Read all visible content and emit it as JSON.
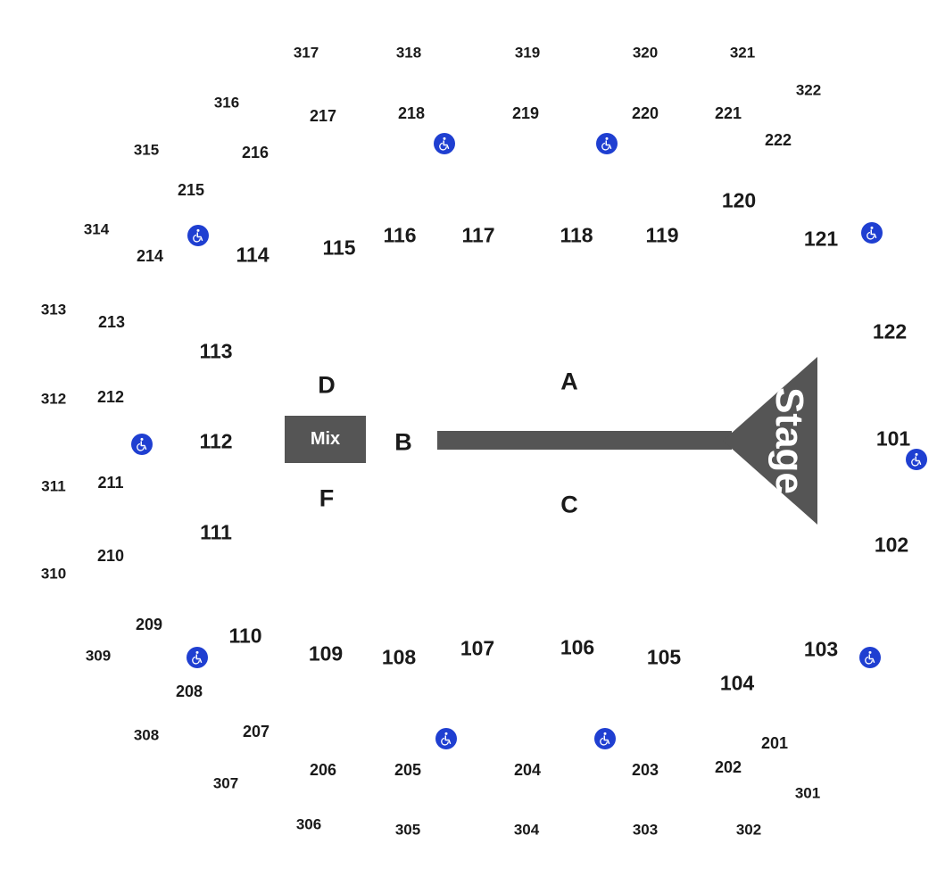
{
  "colors": {
    "stage_fill": "#555555",
    "mix_fill": "#555555",
    "accessible_icon": "#1f3fd1",
    "label": "#1a1a1a"
  },
  "stage": {
    "label": "Stage"
  },
  "mix": {
    "label": "Mix"
  },
  "floor_sections": {
    "a": "A",
    "b": "B",
    "c": "C",
    "d": "D",
    "f": "F"
  },
  "sections_100": {
    "s101": "101",
    "s102": "102",
    "s103": "103",
    "s104": "104",
    "s105": "105",
    "s106": "106",
    "s107": "107",
    "s108": "108",
    "s109": "109",
    "s110": "110",
    "s111": "111",
    "s112": "112",
    "s113": "113",
    "s114": "114",
    "s115": "115",
    "s116": "116",
    "s117": "117",
    "s118": "118",
    "s119": "119",
    "s120": "120",
    "s121": "121",
    "s122": "122"
  },
  "sections_200": {
    "s201": "201",
    "s202": "202",
    "s203": "203",
    "s204": "204",
    "s205": "205",
    "s206": "206",
    "s207": "207",
    "s208": "208",
    "s209": "209",
    "s210": "210",
    "s211": "211",
    "s212": "212",
    "s213": "213",
    "s214": "214",
    "s215": "215",
    "s216": "216",
    "s217": "217",
    "s218": "218",
    "s219": "219",
    "s220": "220",
    "s221": "221",
    "s222": "222"
  },
  "sections_300": {
    "s301": "301",
    "s302": "302",
    "s303": "303",
    "s304": "304",
    "s305": "305",
    "s306": "306",
    "s307": "307",
    "s308": "308",
    "s309": "309",
    "s310": "310",
    "s311": "311",
    "s312": "312",
    "s313": "313",
    "s314": "314",
    "s315": "315",
    "s316": "316",
    "s317": "317",
    "s318": "318",
    "s319": "319",
    "s320": "320",
    "s321": "321",
    "s322": "322"
  },
  "icons": {
    "accessible": "wheelchair-accessible-icon"
  }
}
